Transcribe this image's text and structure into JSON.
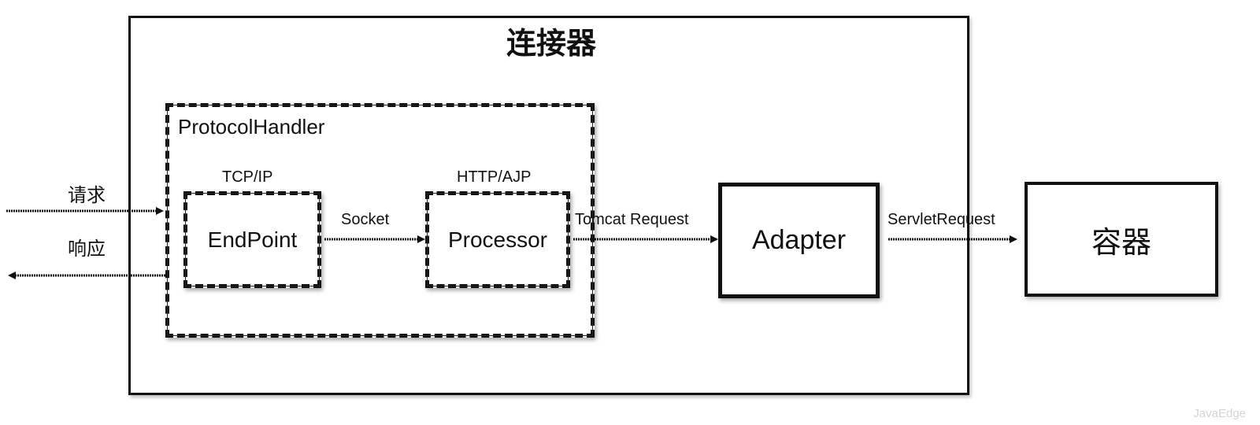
{
  "title": "连接器",
  "protocol_handler": {
    "label": "ProtocolHandler",
    "endpoint": {
      "protocol": "TCP/IP",
      "label": "EndPoint"
    },
    "processor": {
      "protocol": "HTTP/AJP",
      "label": "Processor"
    }
  },
  "adapter": {
    "label": "Adapter"
  },
  "container": {
    "label": "容器"
  },
  "edges": {
    "request": "请求",
    "response": "响应",
    "socket": "Socket",
    "tomcat_request": "Tomcat Request",
    "servlet_request": "ServletRequest"
  },
  "watermark": "JavaEdge"
}
